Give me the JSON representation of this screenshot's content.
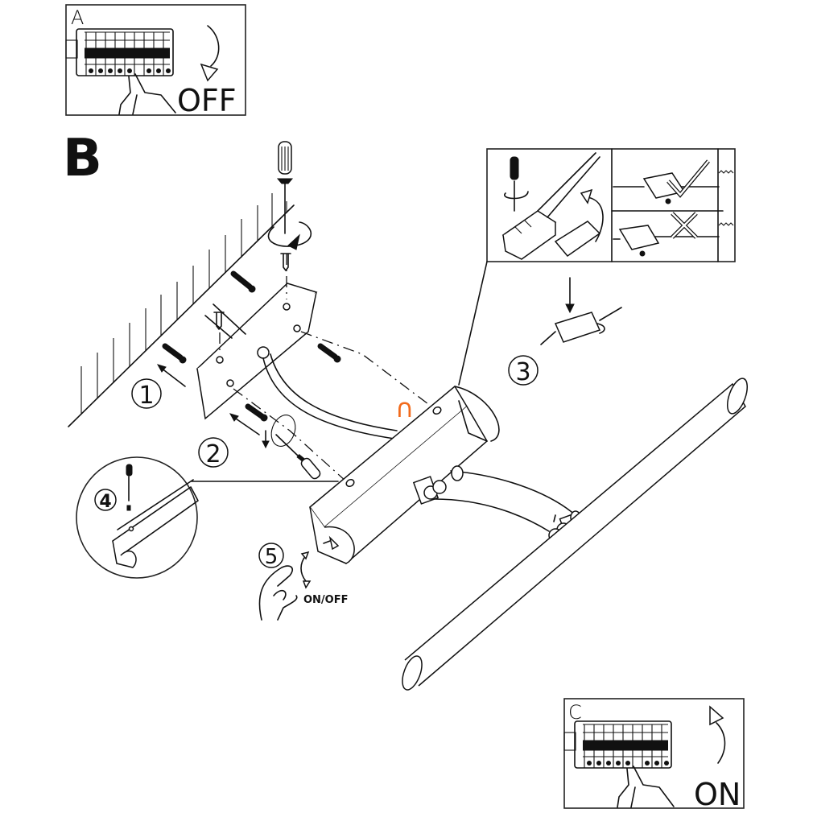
{
  "panel_a": {
    "letter": "A",
    "switch_label": "OFF"
  },
  "panel_b": {
    "letter": "B"
  },
  "panel_c": {
    "letter": "C",
    "switch_label": "ON"
  },
  "steps": [
    {
      "number": "1"
    },
    {
      "number": "2"
    },
    {
      "number": "3"
    },
    {
      "number": "4"
    },
    {
      "number": "5"
    }
  ],
  "switch_text": "ON/OFF",
  "highlight_mark": "∩",
  "colors": {
    "line": "#111111",
    "highlight": "#f26a1b",
    "background": "#ffffff"
  }
}
